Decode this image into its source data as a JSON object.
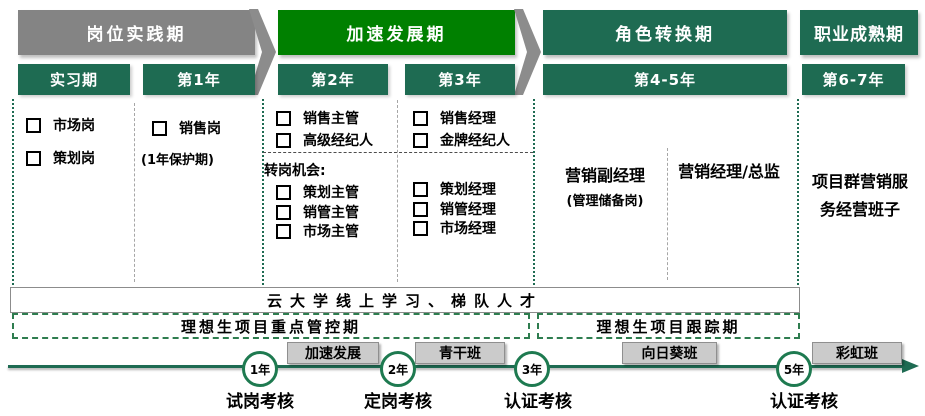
{
  "stages": [
    {
      "title": "岗位实践期"
    },
    {
      "title": "加速发展期"
    },
    {
      "title": "角色转换期"
    },
    {
      "title": "职业成熟期"
    }
  ],
  "year_labels": [
    "实习期",
    "第1年",
    "第2年",
    "第3年",
    "第4-5年",
    "第6-7年"
  ],
  "columns": {
    "intern": {
      "items": [
        "市场岗",
        "策划岗"
      ]
    },
    "year1": {
      "item": "销售岗",
      "note": "(1年保护期)"
    },
    "year2": {
      "promotions": [
        "销售主管",
        "高级经纪人"
      ],
      "transfer_title": "转岗机会:",
      "transfers": [
        "策划主管",
        "销管主管",
        "市场主管"
      ]
    },
    "year3": {
      "promotions": [
        "销售经理",
        "金牌经纪人"
      ],
      "transfers": [
        "策划经理",
        "销管经理",
        "市场经理"
      ]
    },
    "year45": {
      "primary": "营销副经理",
      "primary_note": "(管理储备岗)",
      "secondary": "营销经理/总监"
    },
    "year67": {
      "line1": "项目群营销服",
      "line2": "务经营班子"
    }
  },
  "programs": {
    "online_learning": "云大学线上学习、梯队人才",
    "control_period": "理想生项目重点管控期",
    "tracking_period": "理想生项目跟踪期"
  },
  "timeline": {
    "classes": [
      "加速发展",
      "青干班",
      "向日葵班",
      "彩虹班"
    ],
    "milestones": [
      {
        "year": "1年",
        "label": "试岗考核"
      },
      {
        "year": "2年",
        "label": "定岗考核"
      },
      {
        "year": "3年",
        "label": "认证考核"
      },
      {
        "year": "5年",
        "label": "认证考核"
      }
    ]
  },
  "colors": {
    "stage_gray": "#848484",
    "stage_bright_green": "#008000",
    "stage_dark_green": "#1e6b52",
    "timeline_green": "#1e6b52",
    "class_box_gray": "#cbcbcb"
  }
}
